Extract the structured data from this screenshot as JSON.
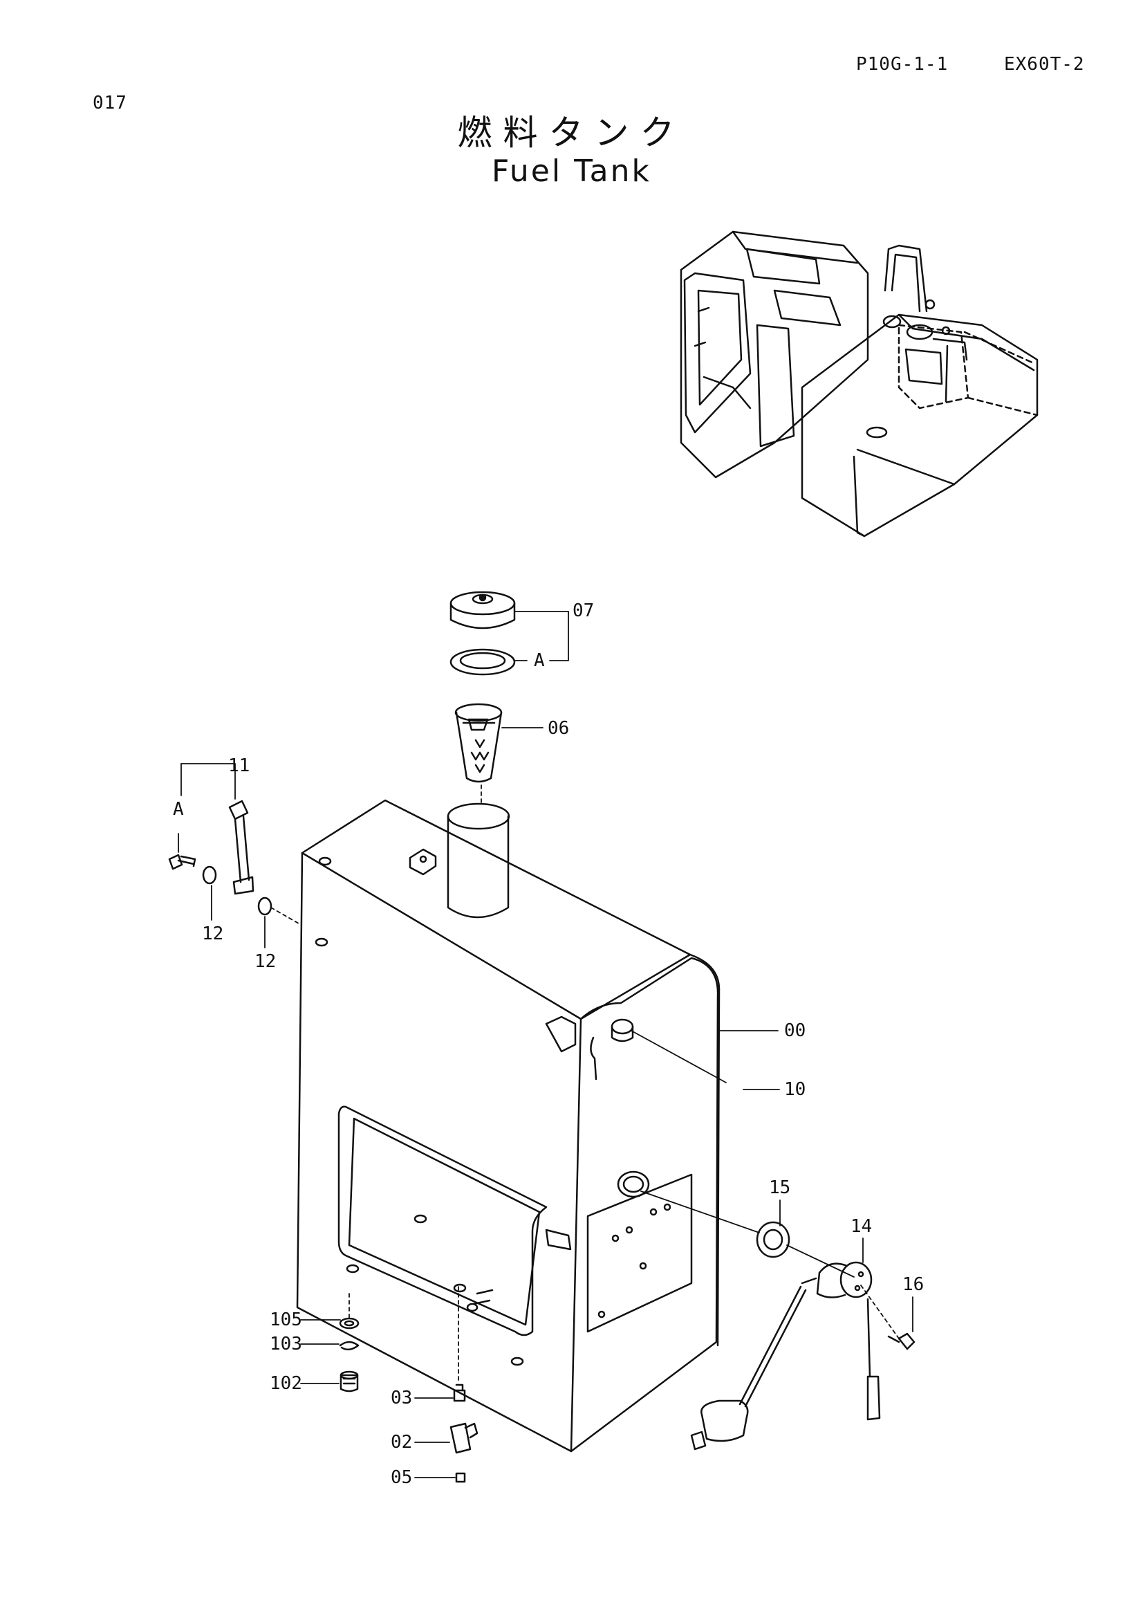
{
  "header": {
    "page_number": "017",
    "page_code": "P10G-1-1",
    "model": "EX60T-2",
    "title_jp": "燃料タンク",
    "title_en": "Fuel Tank"
  },
  "callouts": [
    {
      "id": "07",
      "label": "07"
    },
    {
      "id": "A-cap",
      "label": "A"
    },
    {
      "id": "06",
      "label": "06"
    },
    {
      "id": "11",
      "label": "11"
    },
    {
      "id": "A-gauge",
      "label": "A"
    },
    {
      "id": "12a",
      "label": "12"
    },
    {
      "id": "12b",
      "label": "12"
    },
    {
      "id": "00",
      "label": "00"
    },
    {
      "id": "10",
      "label": "10"
    },
    {
      "id": "15",
      "label": "15"
    },
    {
      "id": "14",
      "label": "14"
    },
    {
      "id": "16",
      "label": "16"
    },
    {
      "id": "105",
      "label": "105"
    },
    {
      "id": "103",
      "label": "103"
    },
    {
      "id": "102",
      "label": "102"
    },
    {
      "id": "03",
      "label": "03"
    },
    {
      "id": "02",
      "label": "02"
    },
    {
      "id": "05",
      "label": "05"
    }
  ]
}
